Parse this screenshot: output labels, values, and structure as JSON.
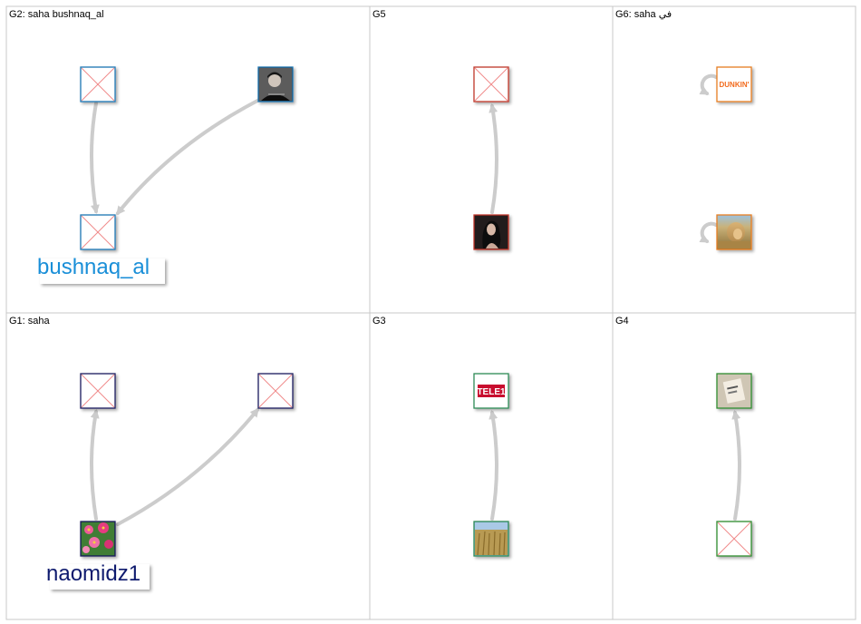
{
  "groups": [
    {
      "id": "g2",
      "title": "G2: saha bushnaq_al"
    },
    {
      "id": "g5",
      "title": "G5"
    },
    {
      "id": "g6",
      "title": "G6: saha في"
    },
    {
      "id": "g1",
      "title": "G1: saha"
    },
    {
      "id": "g3",
      "title": "G3"
    },
    {
      "id": "g4",
      "title": "G4"
    }
  ],
  "labels": {
    "bushnaq": "bushnaq_al",
    "naomidz": "naomidz1"
  },
  "logos": {
    "dunkin": "DUNKIN'",
    "tele1": "TELE1"
  },
  "colors": {
    "g2_border": "#1f77b4",
    "g2_label": "#1a8fd8",
    "g5_border": "#c0392b",
    "g6_border": "#e67e22",
    "g1_border": "#1a1a5e",
    "g1_label": "#0e1a6e",
    "g3_border": "#2e8b57",
    "g4_border": "#2e8b2e",
    "edge": "#cccccc"
  }
}
